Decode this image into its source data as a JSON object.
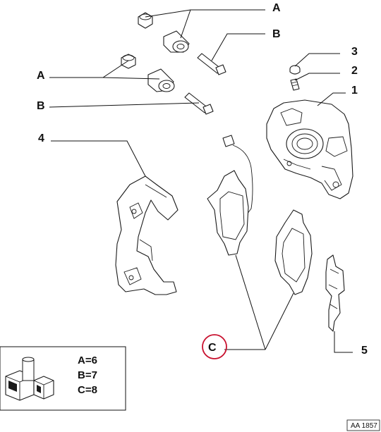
{
  "callouts": {
    "a_top": "A",
    "b_top": "B",
    "n3": "3",
    "n2": "2",
    "n1": "1",
    "a_left": "A",
    "b_left": "B",
    "n4": "4",
    "c": "C",
    "n5": "5"
  },
  "legend": {
    "line1": "A=6",
    "line2": "B=7",
    "line3": "C=8"
  },
  "drawing_code": "AA 1857",
  "colors": {
    "highlight": "#c8102e",
    "ink": "#1a1a1a"
  }
}
